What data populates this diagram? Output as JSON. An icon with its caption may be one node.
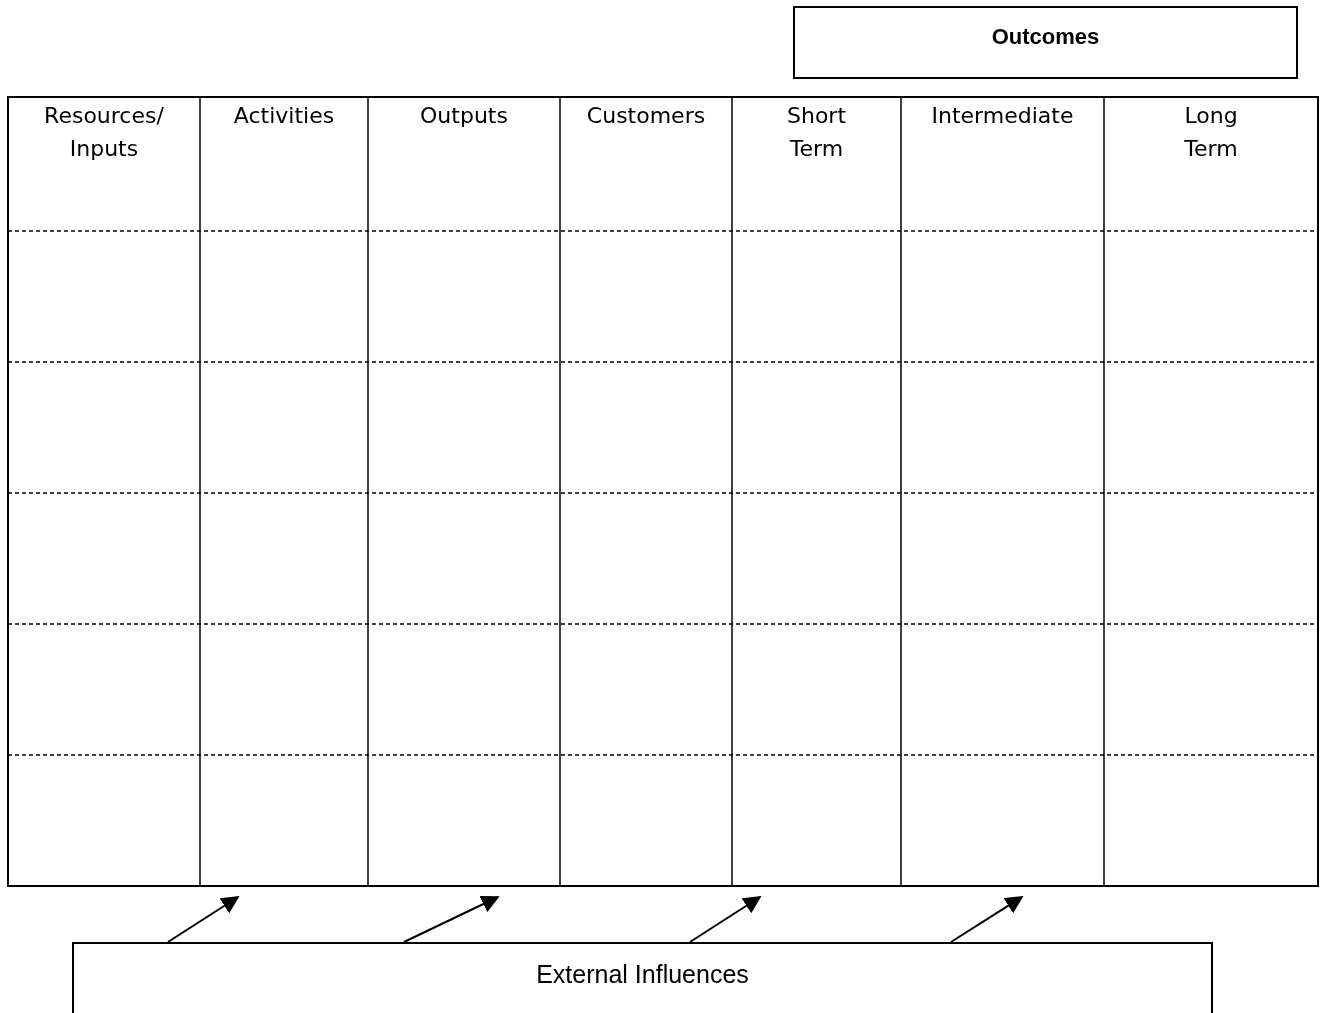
{
  "diagram": {
    "nodes": [
      {
        "text": [
          "Outcomes"
        ]
      },
      {
        "text": [
          "External Influences"
        ]
      }
    ],
    "edges": [
      {
        "from": 1,
        "to": null,
        "arrow": "to"
      },
      {
        "from": 1,
        "to": null,
        "arrow": "to"
      },
      {
        "from": 1,
        "to": null,
        "arrow": "to"
      },
      {
        "from": 1,
        "to": null,
        "arrow": "to"
      }
    ],
    "labels": [
      "Resources/ Inputs",
      "Activities",
      "Outputs",
      "Customers",
      "Short Term",
      "Intermediate",
      "Long Term"
    ]
  }
}
